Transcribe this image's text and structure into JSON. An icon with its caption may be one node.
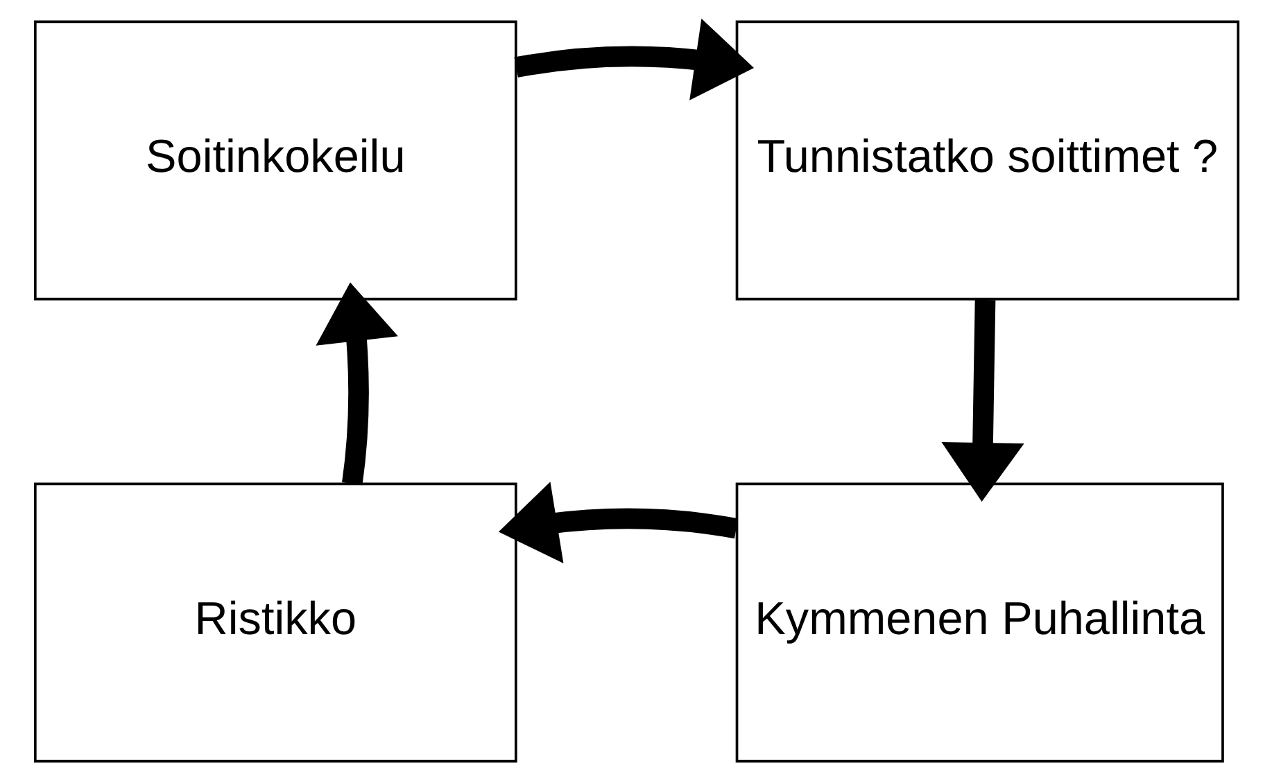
{
  "diagram": {
    "nodes": [
      {
        "text": [
          "Soitinkokeilu"
        ]
      },
      {
        "text": [
          "Tunnistatko soittimet ?"
        ]
      },
      {
        "text": [
          "Kymmenen Puhallinta"
        ]
      },
      {
        "text": [
          "Ristikko"
        ]
      }
    ],
    "edges": [
      {
        "from": 0,
        "to": 1,
        "arrow": "to"
      },
      {
        "from": 1,
        "to": 2,
        "arrow": "to"
      },
      {
        "from": 2,
        "to": 3,
        "arrow": "to"
      },
      {
        "from": 3,
        "to": 0,
        "arrow": "to"
      }
    ]
  }
}
